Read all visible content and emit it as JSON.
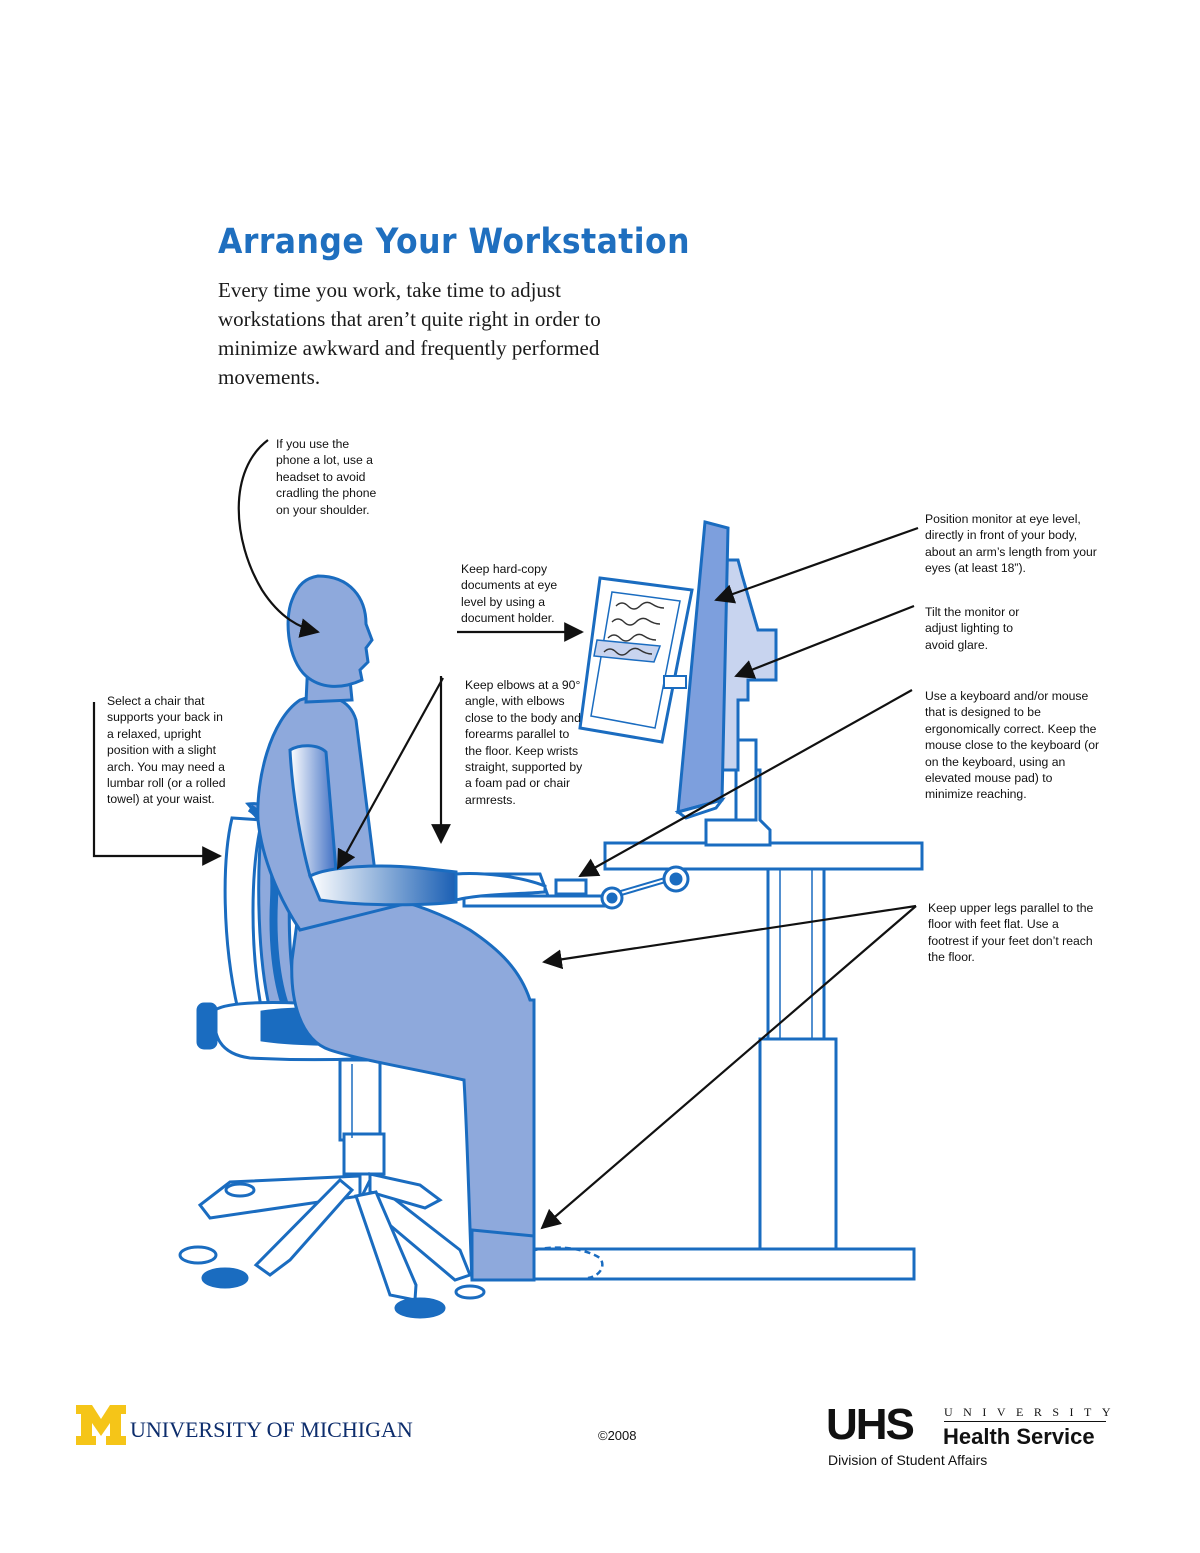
{
  "header": {
    "title": "Arrange Your Workstation",
    "intro": "Every time you work, take time to adjust workstations that aren’t quite right in order to minimize awkward and frequently performed movements."
  },
  "callouts": {
    "phone": "If you use the phone a lot, use a headset to avoid cradling the phone on your shoulder.",
    "documents": "Keep hard-copy documents at eye level by using a document holder.",
    "elbows": "Keep elbows at a 90° angle, with elbows close to the body and forearms parallel to the floor. Keep wrists straight, supported by a foam pad or chair armrests.",
    "chair": "Select a chair that supports your back in a relaxed, upright position with a slight arch. You may need a lumbar roll (or a rolled towel) at your waist.",
    "monitor": "Position monitor at eye level, directly in front of your body, about an arm’s length from your eyes (at least 18”).",
    "glare": "Tilt the monitor or adjust lighting to avoid glare.",
    "keyboard": "Use a keyboard and/or mouse that is designed to be ergonomically correct. Keep the mouse close to the keyboard (or on the keyboard, using an elevated mouse pad) to minimize reaching.",
    "legs": "Keep upper legs parallel to the floor with feet flat. Use a footrest if your feet don’t reach the floor."
  },
  "footer": {
    "university": "UNIVERSITY OF MICHIGAN",
    "copyright": "©2008",
    "uhs_abbrev": "UHS",
    "uhs_university": "UNIVERSITY",
    "uhs_health_service": "Health Service",
    "division": "Division of Student Affairs"
  },
  "colors": {
    "title_blue": "#1f6fbf",
    "illustration_blue": "#1a6cc0",
    "body_fill": "#8ea9dc",
    "um_maize": "#f5c518",
    "um_blue": "#0d2d6c"
  }
}
